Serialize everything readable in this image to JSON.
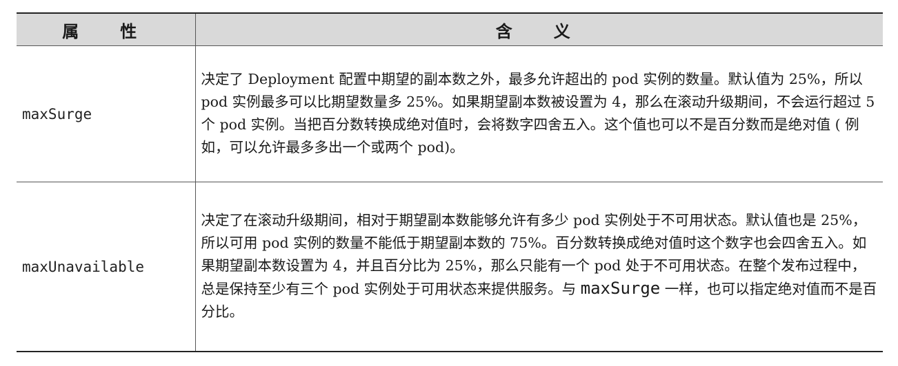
{
  "table": {
    "headers": [
      "属　性",
      "含　义"
    ],
    "rows": [
      {
        "property": "maxSurge",
        "description": "决定了 Deployment 配置中期望的副本数之外，最多允许超出的 pod 实例的数量。默认值为 25%，所以 pod 实例最多可以比期望数量多 25%。如果期望副本数被设置为 4，那么在滚动升级期间，不会运行超过 5 个 pod 实例。当把百分数转换成绝对值时，会将数字四舍五入。这个值也可以不是百分数而是绝对值 ( 例如，可以允许最多多出一个或两个 pod)。"
      },
      {
        "property": "maxUnavailable",
        "description_before": "决定了在滚动升级期间，相对于期望副本数能够允许有多少 pod 实例处于不可用状态。默认值也是 25%，所以可用 pod 实例的数量不能低于期望副本数的 75%。百分数转换成绝对值时这个数字也会四舍五入。如果期望副本数设置为 4，并且百分比为 25%，那么只能有一个 pod 处于不可用状态。在整个发布过程中，总是保持至少有三个 pod 实例处于可用状态来提供服务。与 ",
        "description_code": "maxSurge",
        "description_after": " 一样，也可以指定绝对值而不是百分比。"
      }
    ]
  }
}
